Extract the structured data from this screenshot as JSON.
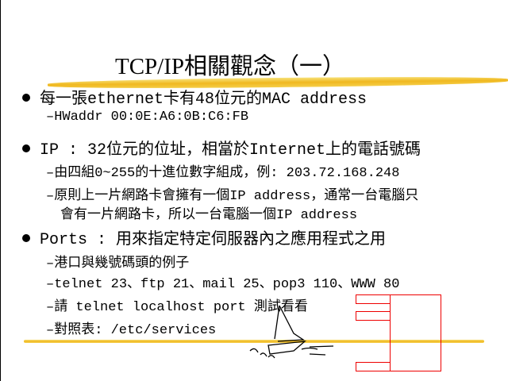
{
  "title": "TCP/IP相關觀念（一）",
  "bullets": [
    {
      "text": "每一張ethernet卡有48位元的MAC address",
      "subs": [
        "–HWaddr 00:0E:A6:0B:C6:FB"
      ]
    },
    {
      "text": "IP : 32位元的位址，相當於Internet上的電話號碼",
      "subs": [
        "–由四組0~255的十進位數字組成，例: 203.72.168.248",
        "–原則上一片網路卡會擁有一個IP address，通常一台電腦只",
        "會有一片網路卡，所以一台電腦一個IP address"
      ]
    },
    {
      "text": "Ports : 用來指定特定伺服器內之應用程式之用",
      "subs": [
        "–港口與幾號碼頭的例子",
        "–telnet 23、ftp 21、mail 25、pop3 110、WWW 80",
        "–請 telnet localhost port 測試看看",
        "–對照表: /etc/services"
      ]
    }
  ],
  "colors": {
    "accent": "#f0b820",
    "diagram": "#e00000"
  }
}
